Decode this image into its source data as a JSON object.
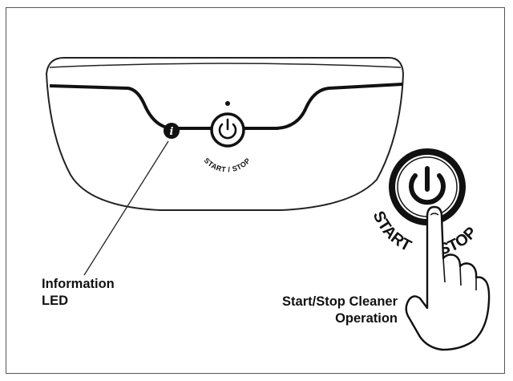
{
  "panel": {
    "led_glyph": "i",
    "small_button_caption": "START / STOP"
  },
  "callout": {
    "large_button_caption_left": "START",
    "large_button_caption_right": "STOP",
    "icon": "pointing-hand-icon"
  },
  "labels": {
    "information_led_line1": "Information",
    "information_led_line2": "LED",
    "start_stop_line1": "Start/Stop Cleaner",
    "start_stop_line2": "Operation"
  },
  "colors": {
    "ink": "#111111",
    "background": "#ffffff",
    "frame": "#555555"
  }
}
